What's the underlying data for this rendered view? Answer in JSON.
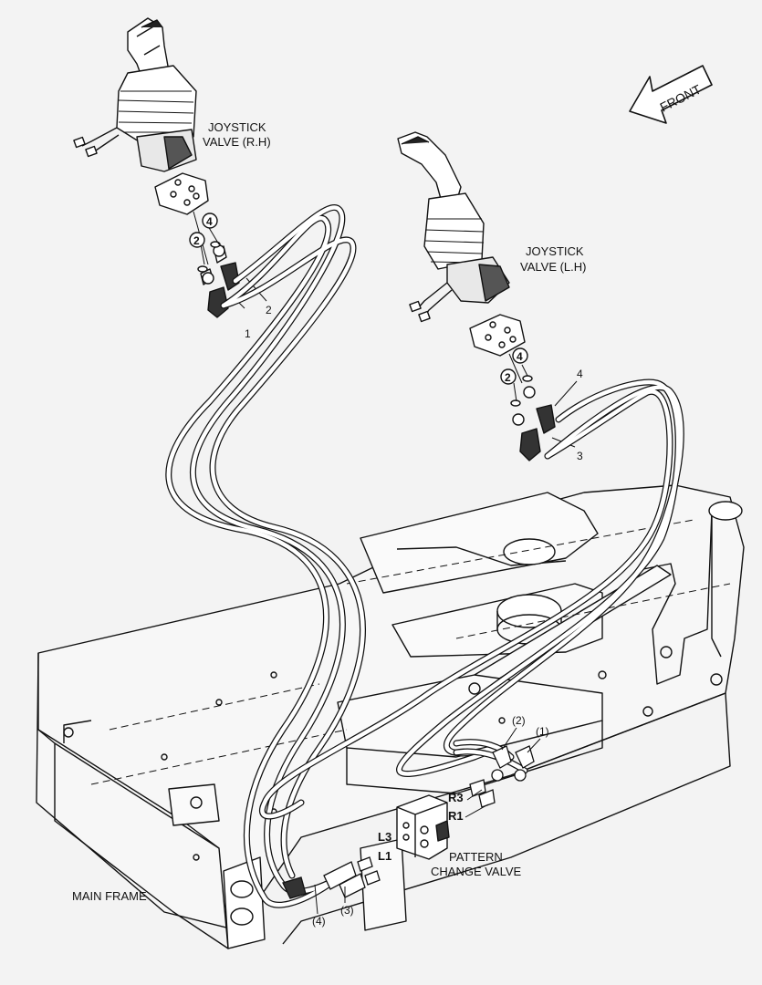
{
  "labels": {
    "joystick_rh_line1": "JOYSTICK",
    "joystick_rh_line2": "VALVE (R.H)",
    "joystick_lh_line1": "JOYSTICK",
    "joystick_lh_line2": "VALVE (L.H)",
    "front": "FRONT",
    "main_frame": "MAIN FRAME",
    "pattern_line1": "PATTERN",
    "pattern_line2": "CHANGE VALVE"
  },
  "callouts": {
    "hose1": "1",
    "hose2": "2",
    "hose3": "3",
    "hose4": "4",
    "circled2": "2",
    "circled4": "4",
    "paren1": "(1)",
    "paren2": "(2)",
    "paren3": "(3)",
    "paren4": "(4)"
  },
  "ports": {
    "r3": "R3",
    "r1": "R1",
    "l3": "L3",
    "l1": "L1"
  },
  "colors": {
    "line": "#111111",
    "background": "#f3f3f3"
  }
}
